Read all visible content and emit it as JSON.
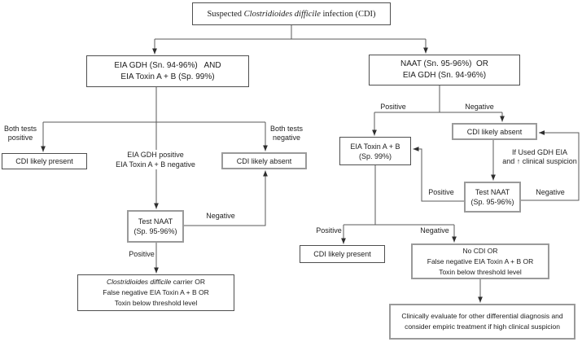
{
  "nodes": {
    "suspected": {
      "prefix": "Suspected ",
      "italic": "Clostridioides difficile",
      "suffix": " infection (CDI)"
    },
    "eia_combo": {
      "line1": "EIA GDH (Sn. 94-96%)   AND",
      "line2": "EIA Toxin A + B (Sp. 99%)"
    },
    "naat_or_gdh": {
      "line1": "NAAT (Sn. 95-96%)  OR",
      "line2": "EIA GDH (Sn. 94-96%)"
    },
    "cdi_present_left": "CDI likely present",
    "cdi_absent_left": "CDI likely absent",
    "test_naat_left": {
      "line1": "Test NAAT",
      "line2": "(Sp. 95-96%)"
    },
    "carrier": {
      "line1_italic": "Clostridioides difficile",
      "line1_rest": " carrier OR",
      "line2": "False negative EIA Toxin A + B OR",
      "line3": "Toxin below threshold level"
    },
    "eia_toxin": {
      "line1": "EIA Toxin A + B",
      "line2": "(Sp. 99%)"
    },
    "cdi_absent_right": "CDI likely absent",
    "test_naat_right": {
      "line1": "Test NAAT",
      "line2": "(Sp. 95-96%)"
    },
    "cdi_present_right": "CDI likely present",
    "no_cdi": {
      "line1": "No CDI OR",
      "line2": "False negative EIA Toxin A + B OR",
      "line3": "Toxin below threshold level"
    },
    "evaluate": {
      "line1": "Clinically evaluate for other differential diagnosis and",
      "line2": "consider empiric treatment if high clinical suspicion"
    }
  },
  "edge_labels": {
    "both_tests_positive": {
      "line1": "Both tests",
      "line2": "positive"
    },
    "both_tests_negative": {
      "line1": "Both tests",
      "line2": "negative"
    },
    "gdh_pos_toxin_neg": {
      "line1": "EIA GDH positive",
      "line2": "EIA Toxin A + B negative"
    },
    "left_naat_negative": "Negative",
    "left_naat_positive": "Positive",
    "right_split_positive": "Positive",
    "right_split_negative": "Negative",
    "if_used_gdh": {
      "line1": "If Used GDH EIA",
      "line2": "and ↑ clinical suspicion"
    },
    "right_naat_positive": "Positive",
    "right_naat_negative": "Negative",
    "toxin_positive": "Positive",
    "toxin_negative": "Negative"
  },
  "colors": {
    "line": "#5a5a5a",
    "arrow": "#2e2e2e",
    "box_border": "#4f4f4f",
    "box_border_gray": "#9a9a9a"
  }
}
